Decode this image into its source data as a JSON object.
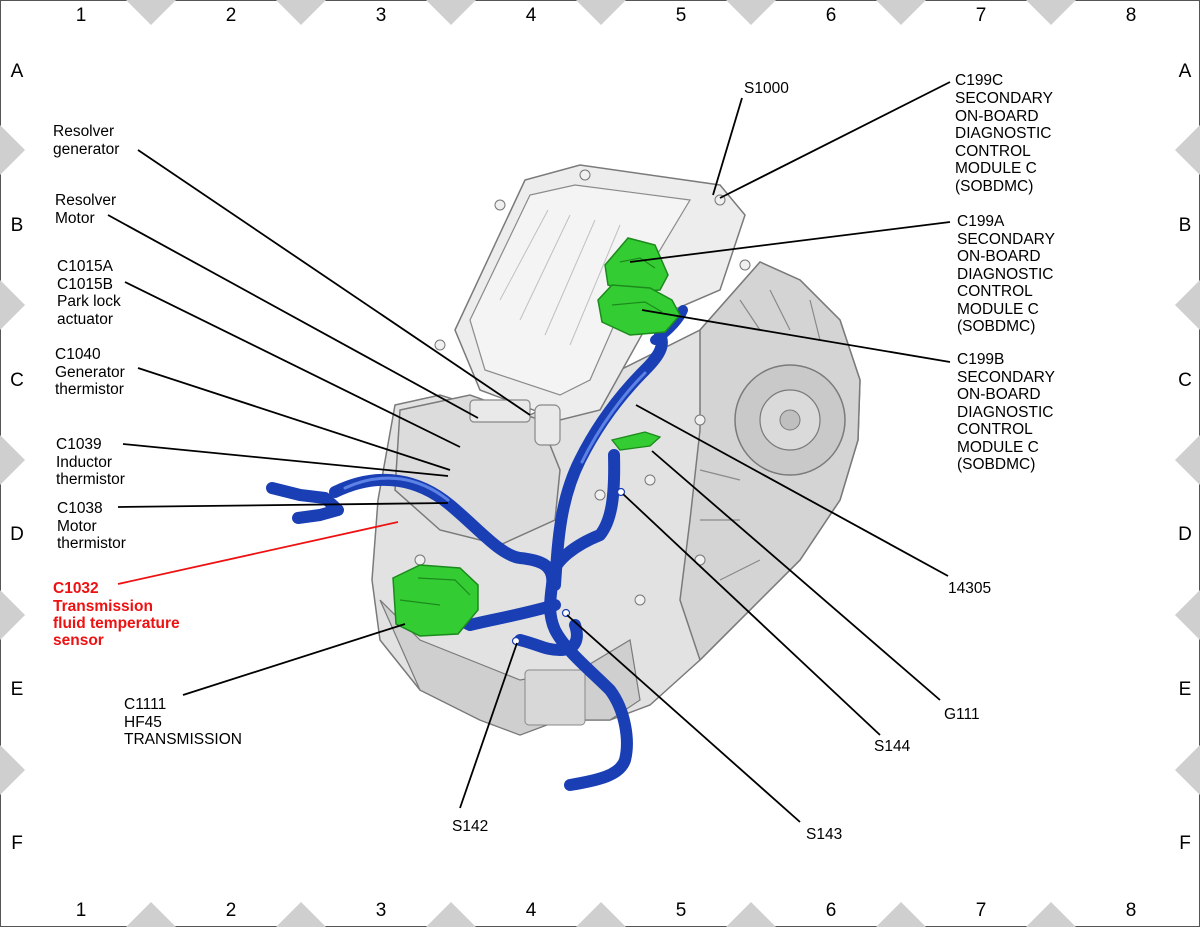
{
  "grid": {
    "columns": [
      "1",
      "2",
      "3",
      "4",
      "5",
      "6",
      "7",
      "8"
    ],
    "rows": [
      "A",
      "B",
      "C",
      "D",
      "E",
      "F"
    ]
  },
  "colors": {
    "harness": "#1a3fb5",
    "connector": "#33cc33",
    "highlight": "#ee1111",
    "housing": "#d9d9d9"
  },
  "callouts": [
    {
      "id": "s1000",
      "lines": [
        "S1000"
      ]
    },
    {
      "id": "c199c",
      "lines": [
        "C199C",
        "SECONDARY",
        "ON-BOARD",
        "DIAGNOSTIC",
        "CONTROL",
        "MODULE C",
        "(SOBDMC)"
      ]
    },
    {
      "id": "resolver-generator",
      "lines": [
        "Resolver",
        "generator"
      ]
    },
    {
      "id": "resolver-motor",
      "lines": [
        "Resolver",
        "Motor"
      ]
    },
    {
      "id": "c199a",
      "lines": [
        "C199A",
        "SECONDARY",
        "ON-BOARD",
        "DIAGNOSTIC",
        "CONTROL",
        "MODULE C",
        "(SOBDMC)"
      ]
    },
    {
      "id": "c1015",
      "lines": [
        "C1015A",
        "C1015B",
        "Park lock",
        "actuator"
      ]
    },
    {
      "id": "c1040",
      "lines": [
        "C1040",
        "Generator",
        "thermistor"
      ]
    },
    {
      "id": "c199b",
      "lines": [
        "C199B",
        "SECONDARY",
        "ON-BOARD",
        "DIAGNOSTIC",
        "CONTROL",
        "MODULE C",
        "(SOBDMC)"
      ]
    },
    {
      "id": "c1039",
      "lines": [
        "C1039",
        "Inductor",
        "thermistor"
      ]
    },
    {
      "id": "c1038",
      "lines": [
        "C1038",
        "Motor",
        "thermistor"
      ]
    },
    {
      "id": "c1032",
      "lines": [
        "C1032",
        "Transmission",
        "fluid temperature",
        "sensor"
      ],
      "highlight": true
    },
    {
      "id": "n14305",
      "lines": [
        "14305"
      ]
    },
    {
      "id": "c1111",
      "lines": [
        "C1111",
        "HF45",
        "TRANSMISSION"
      ]
    },
    {
      "id": "g111",
      "lines": [
        "G111"
      ]
    },
    {
      "id": "s144",
      "lines": [
        "S144"
      ]
    },
    {
      "id": "s142",
      "lines": [
        "S142"
      ]
    },
    {
      "id": "s143",
      "lines": [
        "S143"
      ]
    }
  ]
}
